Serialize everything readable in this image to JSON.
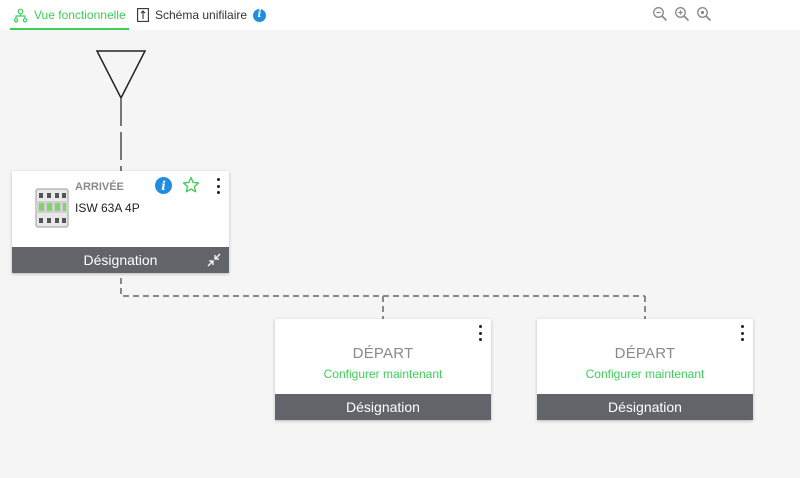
{
  "tabs": [
    {
      "label": "Vue fonctionnelle",
      "icon": "hierarchy-icon",
      "active": true
    },
    {
      "label": "Schéma unifilaire",
      "icon": "single-line-diagram-icon",
      "info_icon": "info-icon",
      "active": false
    }
  ],
  "zoom_controls": [
    "zoom-out-icon",
    "zoom-in-icon",
    "zoom-reset-icon"
  ],
  "colors": {
    "accent": "#3dcd58",
    "info": "#1f8de0",
    "footer": "#626469",
    "background": "#f5f5f5"
  },
  "incoming": {
    "type_label": "ARRIVÉE",
    "product_name": "ISW 63A 4P",
    "footer_label": "Désignation",
    "icons": [
      "info-icon",
      "star-icon",
      "more-vertical-icon",
      "collapse-icon",
      "breaker-image"
    ]
  },
  "outgoing": [
    {
      "type_label": "DÉPART",
      "link_label": "Configurer maintenant",
      "footer_label": "Désignation"
    },
    {
      "type_label": "DÉPART",
      "link_label": "Configurer maintenant",
      "footer_label": "Désignation"
    }
  ]
}
